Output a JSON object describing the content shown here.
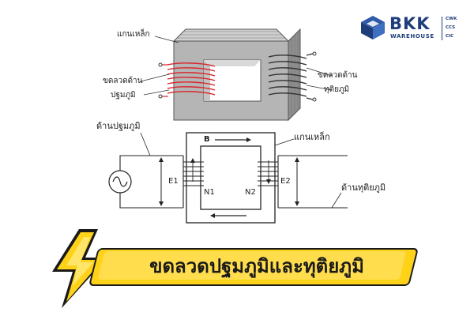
{
  "labels": {
    "top_core": "แกนเหล็ก",
    "top_primary_coil": "ขดลวดด้าน",
    "top_primary_word": "ปฐมภูมิ",
    "top_secondary_coil": "ขดลวดด้าน",
    "top_secondary_word": "ทุติยภูมิ",
    "primary_side": "ด้านปฐมภูมิ",
    "core": "แกนเหล็ก",
    "secondary_side": "ด้านทุติยภูมิ",
    "flux": "B",
    "e1": "E1",
    "e2": "E2",
    "n1": "N1",
    "n2": "N2"
  },
  "logo": {
    "main": "BKK",
    "sub": "WAREHOUSE",
    "tags": [
      "CWK",
      "CCS",
      "CIC"
    ]
  },
  "banner": {
    "title": "ขดลวดปฐมภูมิและทุติยภูมิ"
  },
  "colors": {
    "brand": "#1f3d7a",
    "banner_fill": "#ffd21a",
    "primary_coil": "#d9262c",
    "core_grey": "#9b9b9b"
  },
  "icons": [
    "lightning-bolt-icon",
    "ac-source-icon",
    "bkk-cube-logo-icon"
  ]
}
